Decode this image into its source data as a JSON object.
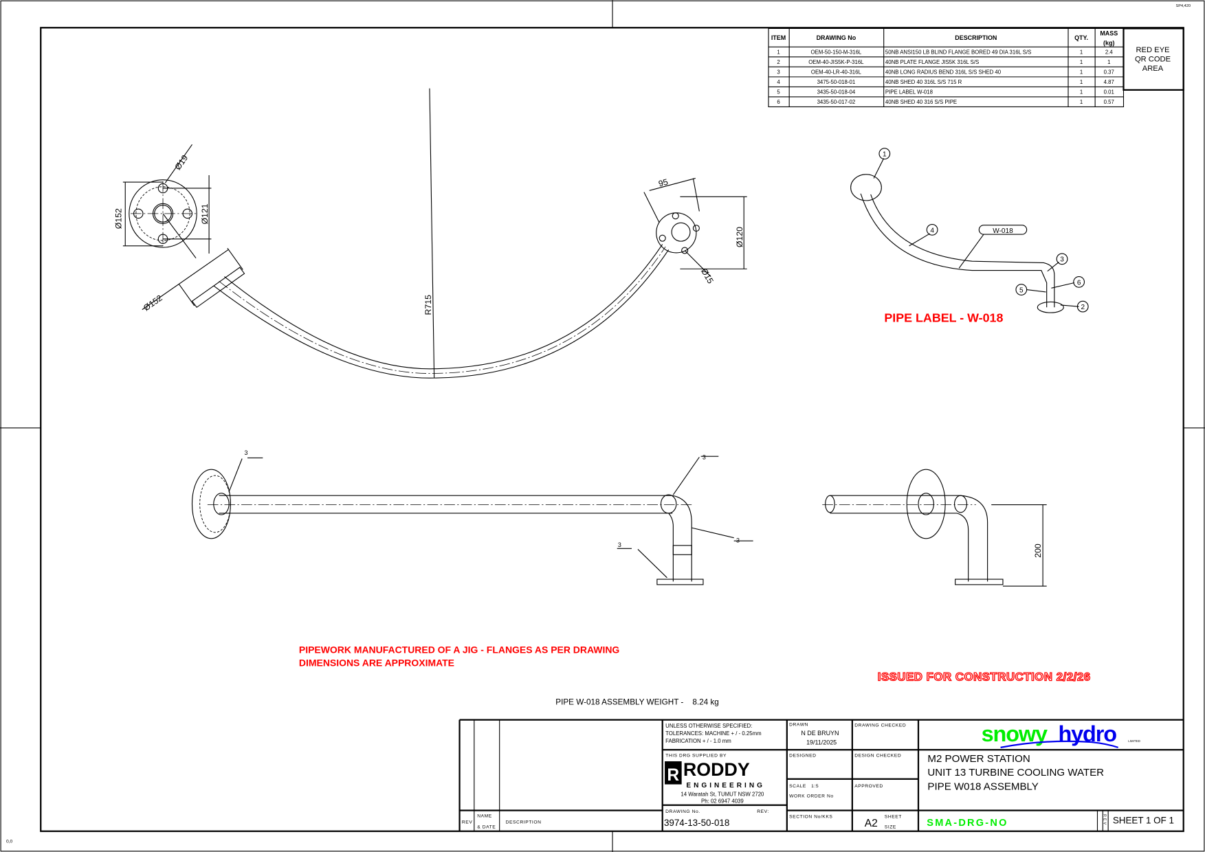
{
  "sheet_ref": "SP4,420",
  "origin_label": "0,0",
  "bom": {
    "headers": {
      "item": "ITEM",
      "drawing_no": "DRAWING No",
      "description": "DESCRIPTION",
      "qty": "QTY.",
      "mass": "MASS",
      "mass_unit": "(kg)"
    },
    "rows": [
      {
        "item": "1",
        "drawing_no": "OEM-50-150-M-316L",
        "description": "50NB ANSI150 LB BLIND FLANGE BORED 49 DIA 316L S/S",
        "qty": "1",
        "mass": "2.4"
      },
      {
        "item": "2",
        "drawing_no": "OEM-40-JIS5K-P-316L",
        "description": "40NB PLATE FLANGE JIS5K 316L S/S",
        "qty": "1",
        "mass": "1"
      },
      {
        "item": "3",
        "drawing_no": "OEM-40-LR-40-316L",
        "description": "40NB LONG RADIUS BEND 316L S/S SHED 40",
        "qty": "1",
        "mass": "0.37"
      },
      {
        "item": "4",
        "drawing_no": "3475-50-018-01",
        "description": "40NB SHED 40 316L S/S 715 R",
        "qty": "1",
        "mass": "4.87"
      },
      {
        "item": "5",
        "drawing_no": "3435-50-018-04",
        "description": "PIPE LABEL W-018",
        "qty": "1",
        "mass": "0.01"
      },
      {
        "item": "6",
        "drawing_no": "3435-50-017-02",
        "description": "40NB SHED 40 316 S/S PIPE",
        "qty": "1",
        "mass": "0.57"
      }
    ]
  },
  "qr_area": {
    "line1": "RED EYE",
    "line2": "QR CODE",
    "line3": "AREA"
  },
  "dimensions": {
    "d19": "Ø19",
    "d152a": "Ø152",
    "d121": "Ø121",
    "d152b": "Ø152",
    "r715": "R715",
    "d95": "95",
    "d120": "Ø120",
    "d15": "Ø15",
    "d200": "200"
  },
  "weld": {
    "size": "3"
  },
  "iso": {
    "label_tag": "W-018",
    "balloons": [
      "1",
      "2",
      "3",
      "4",
      "5",
      "6"
    ]
  },
  "notes": {
    "pipe_label": "PIPE LABEL - W-018",
    "jig_line1": "PIPEWORK MANUFACTURED OF A JIG - FLANGES AS PER DRAWING",
    "jig_line2": "DIMENSIONS ARE APPROXIMATE",
    "issued": "ISSUED FOR CONSTRUCTION 2/2/26",
    "weight": "PIPE W-018 ASSEMBLY WEIGHT -    8.24 kg"
  },
  "title_block": {
    "rev": "REV",
    "name": "NAME",
    "date": "& DATE",
    "description": "DESCRIPTION",
    "unless1": "UNLESS OTHERWISE SPECIFIED:",
    "unless2": "TOLERANCES: MACHINE + / - 0.25mm",
    "unless3": "FABRICATION + / - 1.0 mm",
    "supplied_by": "THIS DRG SUPPLIED BY",
    "company": "RODDY",
    "company_sub": "ENGINEERING",
    "address": "14 Waratah St, TUMUT NSW 2720",
    "phone": "Ph: 02 6947 4039",
    "drawing_no_label": "DRAWING No.",
    "rev_label": "REV:",
    "drawing_no": "3974-13-50-018",
    "drawn_label": "DRAWN",
    "drawn_by": "N DE BRUYN",
    "drawn_date": "19/11/2025",
    "designed_label": "DESIGNED",
    "scale_label": "SCALE   1:5",
    "work_order_label": "WORK ORDER No",
    "section_label": "SECTION No/KKS",
    "drawing_checked": "DRAWING CHECKED",
    "design_checked": "DESIGN CHECKED",
    "approved": "APPROVED",
    "sheet_size": "A2",
    "sheet_size_l1": "SHEET",
    "sheet_size_l2": "SIZE",
    "logo_snowy": "snowy",
    "logo_hydro": "hydro",
    "logo_limited": "LIMITED",
    "title1": "M2 POWER STATION",
    "title2": "UNIT 13 TURBINE COOLING WATER",
    "title3": "PIPE W018 ASSEMBLY",
    "sma": "SMA-DRG-NO",
    "rev_short": "REV",
    "sheet": "SHEET 1 OF 1"
  },
  "colors": {
    "red": "#ff0000",
    "snowy_green": "#00ee00",
    "hydro_blue": "#0000ee"
  }
}
